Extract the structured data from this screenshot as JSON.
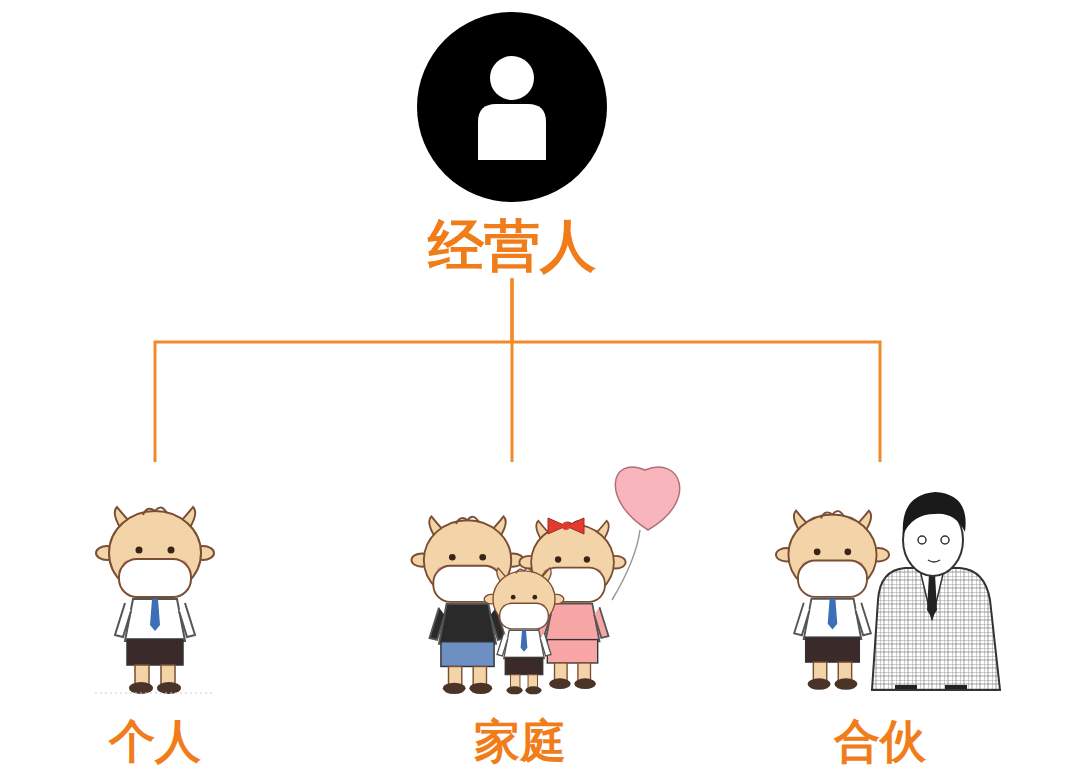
{
  "diagram": {
    "nodes": [
      {
        "text": [
          "经营人"
        ]
      },
      {
        "text": [
          "个人"
        ]
      },
      {
        "text": [
          "家庭"
        ]
      },
      {
        "text": [
          "合伙"
        ]
      }
    ],
    "edges": [
      {
        "from": 0,
        "to": 1,
        "arrow": "none"
      },
      {
        "from": 0,
        "to": 2,
        "arrow": "none"
      },
      {
        "from": 0,
        "to": 3,
        "arrow": "none"
      }
    ]
  }
}
